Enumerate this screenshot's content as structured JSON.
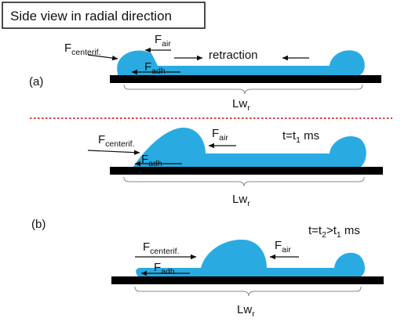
{
  "title": "Side view in radial direction",
  "colors": {
    "liquid": "#29abe2",
    "substrate": "#000000",
    "divider": "#d60000",
    "text": "#111111"
  },
  "panel_a": {
    "label": "(a)",
    "f_centerif_main": "F",
    "f_centerif_sub": "centerif.",
    "f_air_main": "F",
    "f_air_sub": "air",
    "f_adh_main": "F",
    "f_adh_sub": "adh",
    "retraction": "retraction",
    "lw_main": "Lw",
    "lw_sub": "r"
  },
  "panel_b": {
    "label": "(b)",
    "stage1": {
      "f_centerif_main": "F",
      "f_centerif_sub": "centerif.",
      "f_air_main": "F",
      "f_air_sub": "air",
      "f_adh_main": "F",
      "f_adh_sub": "adh",
      "time_prefix": "t=t",
      "time_sub": "1",
      "time_suffix": " ms",
      "lw_main": "Lw",
      "lw_sub": "r"
    },
    "stage2": {
      "f_centerif_main": "F",
      "f_centerif_sub": "centerif.",
      "f_air_main": "F",
      "f_air_sub": "air",
      "f_adh_main": "F",
      "f_adh_sub": "adh",
      "time_prefix": "t=t",
      "time_sub_a": "2",
      "time_mid": ">t",
      "time_sub_b": "1",
      "time_suffix": " ms",
      "lw_main": "Lw",
      "lw_sub": "r"
    }
  }
}
